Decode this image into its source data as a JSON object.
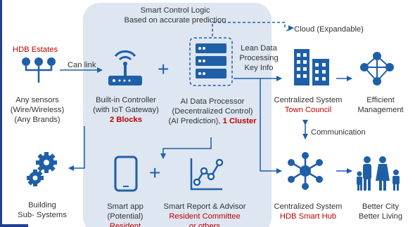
{
  "top_label": {
    "line1": "Smart Control Logic",
    "line2": "Based on accurate prediction"
  },
  "cloud_label": "Cloud (Expandable)",
  "hdb_estates": "HDB Estates",
  "can_link": "Can link",
  "sensors": {
    "line1": "Any sensors",
    "line2": "(Wire/Wireless)",
    "line3": "(Any Brands)"
  },
  "controller": {
    "line1": "Built-in Controller",
    "line2": "(with IoT Gateway)",
    "line3": "2 Blocks"
  },
  "processor": {
    "line1": "AI Data Processor",
    "line2": "(Decentralized Control)",
    "line3a": "(AI Prediction), ",
    "line3b": "1 Cluster"
  },
  "lean": {
    "line1": "Lean Data",
    "line2": "Processing",
    "line3": "Key Info"
  },
  "central_tc": {
    "line1": "Centralized System",
    "line2": "Town Council"
  },
  "efficient": {
    "line1": "Efficient",
    "line2": "Management"
  },
  "communication": "Communication",
  "building": {
    "line1": "Building",
    "line2": "Sub- Systems"
  },
  "smart_app": {
    "line1": "Smart app",
    "line2": "(Potential)",
    "line3": "Resident"
  },
  "report": {
    "line1": "Smart Report & Advisor",
    "line2": "Resident Committee",
    "line3": "or others"
  },
  "central_hub": {
    "line1": "Centralized System",
    "line2": "HDB Smart Hub"
  },
  "better": {
    "line1": "Better City",
    "line2": "Better Living"
  },
  "colors": {
    "accent": "#1f5fa8",
    "highlight": "#c00000",
    "panel": "#dde6f1",
    "icon": "#1f5fa8"
  }
}
